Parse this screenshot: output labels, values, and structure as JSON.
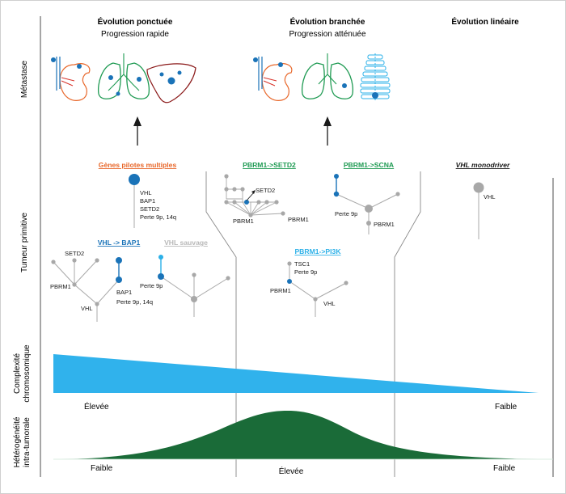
{
  "colors": {
    "blue": "#1a73b8",
    "light_blue": "#2bb0e8",
    "green": "#1e9a52",
    "orange": "#e8672a",
    "grey_node": "#a8a8a8",
    "dark_green": "#1a6b38",
    "sky_blue": "#30b2ec",
    "border": "#4d4d4d"
  },
  "columns": [
    {
      "title": "Évolution ponctuée",
      "subtitle": "Progression rapide"
    },
    {
      "title": "Évolution branchée",
      "subtitle": "Progression atténuée"
    },
    {
      "title": "Évolution linéaire",
      "subtitle": ""
    }
  ],
  "rows": {
    "metastasis": "Métastase",
    "primary": "Tumeur primitive",
    "complexity_line1": "Complexité",
    "complexity_line2": "chromosomique",
    "heterogeneity_line1": "Hétérogénéité",
    "heterogeneity_line2": "intra-tumorale"
  },
  "organs": {
    "punctuated": [
      "kidney-icon",
      "lungs-icon",
      "liver-icon"
    ],
    "branched": [
      "kidney-icon",
      "lungs-icon",
      "spine-icon"
    ]
  },
  "subtypes": {
    "multiple_drivers": {
      "heading": "Gènes pilotes multiples",
      "labels": [
        "VHL",
        "BAP1",
        "SETD2",
        "Perte 9p, 14q"
      ]
    },
    "vhl_bap1": {
      "heading": "VHL -> BAP1",
      "labels": [
        "SETD2",
        "PBRM1",
        "VHL",
        "BAP1",
        "Perte 9p, 14q"
      ]
    },
    "vhl_wild": {
      "heading": "VHL sauvage",
      "labels": [
        "Perte 9p"
      ]
    },
    "pbrm1_setd2": {
      "heading": "PBRM1->SETD2",
      "labels": [
        "SETD2",
        "PBRM1",
        "PBRM1"
      ]
    },
    "pbrm1_scna": {
      "heading": "PBRM1->SCNA",
      "labels": [
        "Perte 9p",
        "PBRM1"
      ]
    },
    "pbrm1_pi3k": {
      "heading": "PBRM1->PI3K",
      "labels": [
        "TSC1",
        "Perte 9p",
        "PBRM1",
        "VHL"
      ]
    },
    "vhl_mono": {
      "heading": "VHL monodriver",
      "labels": [
        "VHL"
      ]
    }
  },
  "complexity_axis": {
    "left": "Élevée",
    "right": "Faible"
  },
  "heterogeneity_axis": {
    "left": "Faible",
    "center": "Élevée",
    "right": "Faible"
  }
}
